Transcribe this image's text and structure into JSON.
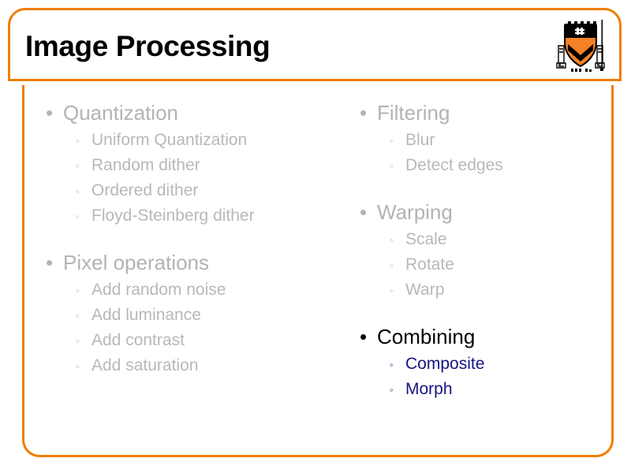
{
  "slide": {
    "title": "Image Processing",
    "logo_name": "princeton-shield-logo",
    "frame_color": "#EE7F00",
    "muted_color": "#b3b3b3",
    "active_color": "#000000",
    "link_color": "#151580",
    "bullet_level1": "•",
    "bullet_level2": "◦"
  },
  "columns": {
    "left": [
      {
        "heading": "Quantization",
        "state": "muted",
        "items": [
          {
            "label": "Uniform Quantization",
            "state": "muted"
          },
          {
            "label": "Random dither",
            "state": "muted"
          },
          {
            "label": "Ordered dither",
            "state": "muted"
          },
          {
            "label": "Floyd-Steinberg dither",
            "state": "muted"
          }
        ]
      },
      {
        "heading": "Pixel operations",
        "state": "muted",
        "items": [
          {
            "label": "Add random noise",
            "state": "muted"
          },
          {
            "label": "Add luminance",
            "state": "muted"
          },
          {
            "label": "Add contrast",
            "state": "muted"
          },
          {
            "label": "Add saturation",
            "state": "muted"
          }
        ]
      }
    ],
    "right": [
      {
        "heading": "Filtering",
        "state": "muted",
        "items": [
          {
            "label": "Blur",
            "state": "muted"
          },
          {
            "label": "Detect edges",
            "state": "muted"
          }
        ]
      },
      {
        "heading": "Warping",
        "state": "muted",
        "items": [
          {
            "label": "Scale",
            "state": "muted"
          },
          {
            "label": "Rotate",
            "state": "muted"
          },
          {
            "label": "Warp",
            "state": "muted"
          }
        ]
      },
      {
        "heading": "Combining",
        "state": "active",
        "items": [
          {
            "label": "Composite",
            "state": "active"
          },
          {
            "label": "Morph",
            "state": "active"
          }
        ]
      }
    ]
  }
}
